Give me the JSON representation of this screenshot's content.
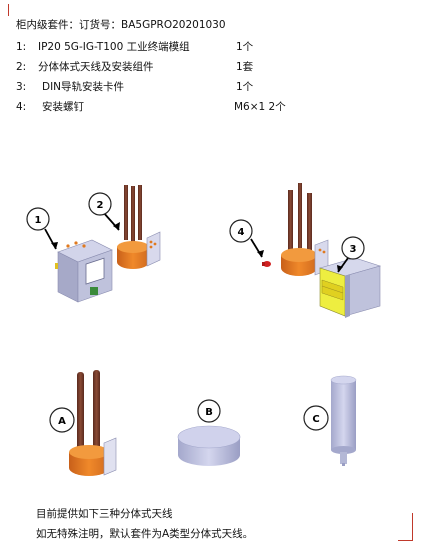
{
  "header": {
    "title": "柜内级套件：订货号：BA5GPRO20201030"
  },
  "items": [
    {
      "num": "1:",
      "name": "IP20 5G-IG-T100 工业终端模组",
      "qty": "1个"
    },
    {
      "num": "2:",
      "name": "分体体式天线及安装组件",
      "qty": "1套"
    },
    {
      "num": "3:",
      "name": "DIN导轨安装卡件",
      "qty": "1个"
    },
    {
      "num": "4:",
      "name": "安装螺钉",
      "qty": "M6×1   2个"
    }
  ],
  "callouts": {
    "c1": "1",
    "c2": "2",
    "c3": "3",
    "c4": "4",
    "ca": "A",
    "cb": "B",
    "cc": "C"
  },
  "footer": {
    "line1": "目前提供如下三种分体式天线",
    "line2": "如无特殊注明，默认套件为A类型分体式天线。"
  },
  "colors": {
    "crop_mark": "#c0392b",
    "orange": "#e07a1f",
    "rod": "#7a3a2a",
    "module": "#b8bcd8",
    "yellow": "#f0e020"
  }
}
